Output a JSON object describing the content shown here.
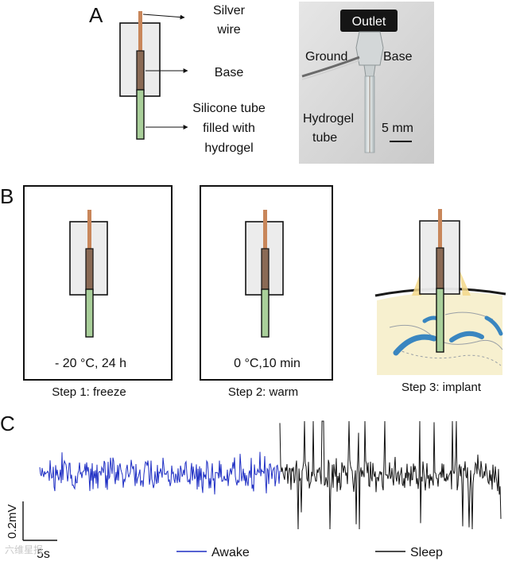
{
  "panels": {
    "a": "A",
    "b": "B",
    "c": "C"
  },
  "panel_a": {
    "silver_wire_l1": "Silver",
    "silver_wire_l2": "wire",
    "base": "Base",
    "silicone_l1": "Silicone tube",
    "silicone_l2": "filled  with",
    "silicone_l3": "hydrogel"
  },
  "photo": {
    "outlet": "Outlet",
    "ground": "Ground",
    "base": "Base",
    "hydrogel_l1": "Hydrogel",
    "hydrogel_l2": "tube",
    "scale": "5 mm"
  },
  "panel_b": {
    "step1_condition": "- 20 °C, 24 h",
    "step2_condition": "0 °C,10 min",
    "step1_label": "Step 1: freeze",
    "step2_label": "Step 2: warm",
    "step3_label": "Step 3: implant"
  },
  "panel_c": {
    "scale_v": "0.2mV",
    "scale_t": "5s",
    "legend_awake": "Awake",
    "legend_sleep": "Sleep",
    "watermark": "六维星报"
  },
  "colors": {
    "wire": "#c8865a",
    "base_fill": "#ececec",
    "core": "#8a6a55",
    "tube": "#a9cf9a",
    "awake": "#1f2fc4",
    "sleep": "#111111",
    "brain_fill": "#f7f0cf",
    "ventricle": "#3a86c0",
    "glow": "#f3d88a"
  }
}
